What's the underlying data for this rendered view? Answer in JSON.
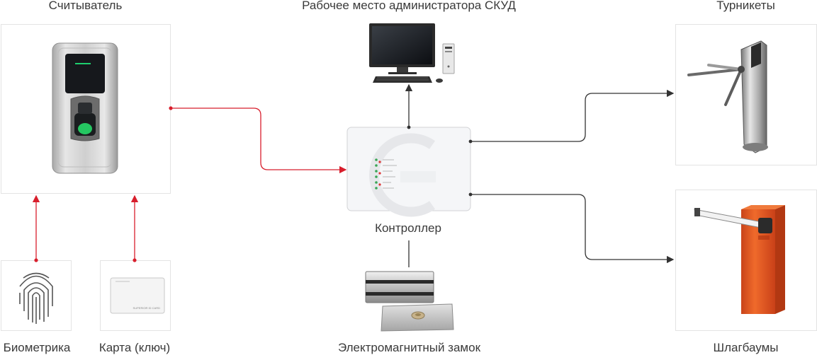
{
  "labels": {
    "reader": "Считыватель",
    "admin": "Рабочее место администратора СКУД",
    "turnstiles": "Турникеты",
    "controller": "Контроллер",
    "biometrics": "Биометрика",
    "card": "Карта (ключ)",
    "lock": "Электромагнитный замок",
    "barriers": "Шлагбаумы"
  },
  "card_print": "SUPERIOR ID CARD",
  "colors": {
    "red_link": "#d81e2c",
    "dark_link": "#333333",
    "barrier_orange": "#e2571e"
  }
}
